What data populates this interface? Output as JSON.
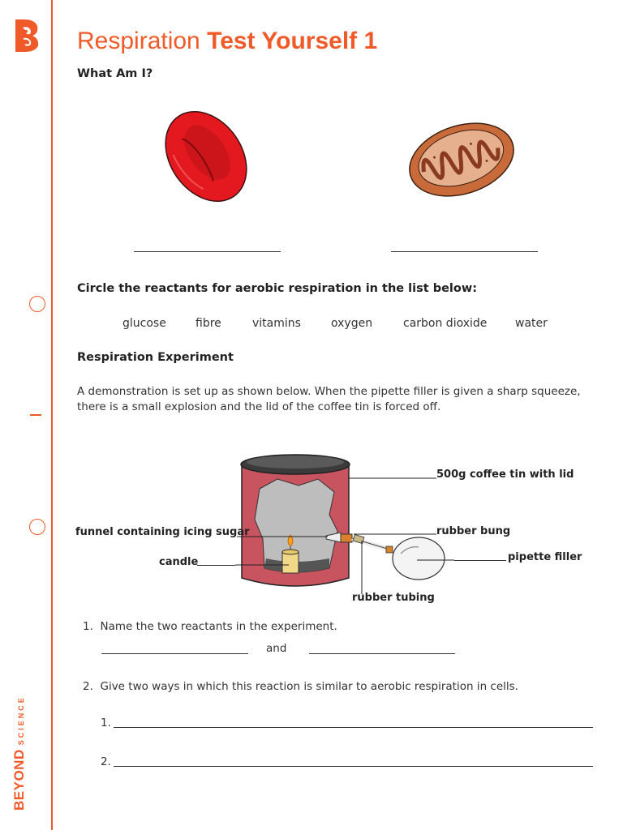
{
  "title": {
    "normal": "Respiration",
    "bold": "Test Yourself 1"
  },
  "section1": {
    "heading": "What Am I?"
  },
  "section2": {
    "heading": "Circle the reactants for aerobic respiration in the list below:",
    "words": [
      "glucose",
      "fibre",
      "vitamins",
      "oxygen",
      "carbon dioxide",
      "water"
    ]
  },
  "section3": {
    "heading": "Respiration Experiment",
    "intro": "A demonstration is set up as shown below. When the pipette filler is given a sharp squeeze, there is a small explosion and the lid of the coffee tin is forced off."
  },
  "diagram": {
    "labels": {
      "tin": "500g coffee tin with lid",
      "funnel": "funnel containing icing sugar",
      "bung": "rubber bung",
      "candle": "candle",
      "filler": "pipette filler",
      "tubing": "rubber tubing"
    }
  },
  "questions": {
    "q1": {
      "number": "1.",
      "text": "Name the two reactants in the experiment.",
      "and": "and"
    },
    "q2": {
      "number": "2.",
      "text": "Give two ways in which this reaction is similar to aerobic respiration in cells.",
      "line1": "1.",
      "line2": "2."
    }
  },
  "brand": {
    "name": "BEYOND",
    "sub": "SCIENCE"
  },
  "colors": {
    "accent": "#f05a28",
    "blood_cell": "#e3191f",
    "mitochondrion": "#c96a3b"
  }
}
